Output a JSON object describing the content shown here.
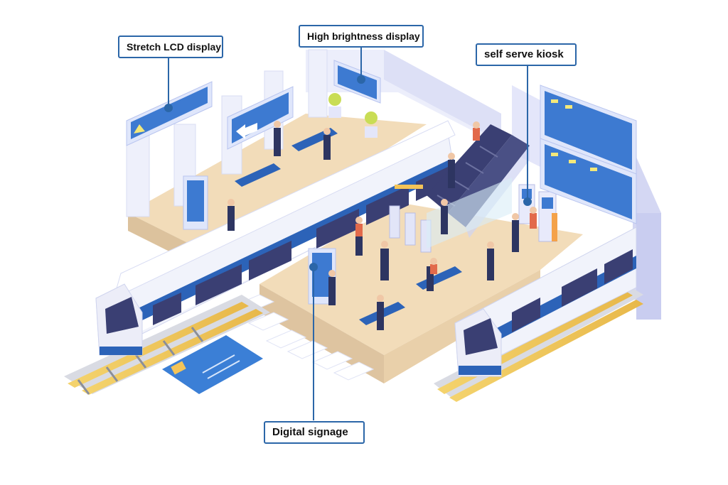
{
  "callouts": {
    "stretch_lcd": "Stretch LCD display",
    "high_brightness": "High brightness display",
    "kiosk": "self serve kiosk",
    "signage": "Digital signage"
  },
  "colors": {
    "leader": "#2b66a8",
    "platform": "#f2dcb9",
    "train_body": "#f1f3fb",
    "train_stripe": "#2c63b8",
    "window": "#3a3f73",
    "wall": "#e4e6fa",
    "display_frame": "#dfe6fb",
    "display_screen": "#3d7ad1",
    "card": "#3b7fd6"
  }
}
